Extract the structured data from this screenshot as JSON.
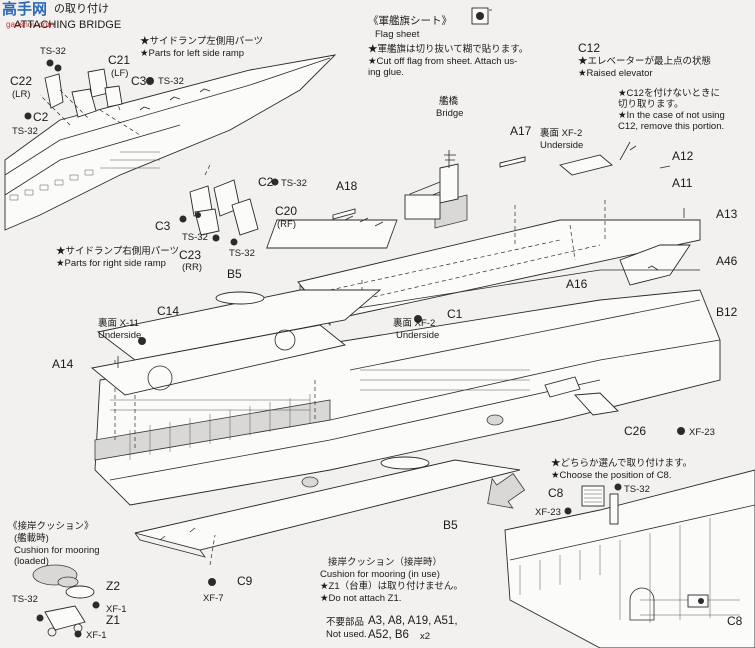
{
  "logo": {
    "text": "高手网",
    "sub": "gaoshou.com"
  },
  "header": {
    "title_jp": "の取り付け",
    "title_en": "ATTACHING BRIDGE"
  },
  "flag": {
    "title_jp": "《軍艦旗シート》",
    "title_en": "Flag sheet",
    "note_jp": "★軍艦旗は切り抜いて糊で貼ります。",
    "note_en": "★Cut off flag from sheet. Attach us-\ning glue."
  },
  "left_ramp": {
    "jp": "★サイドランプ左側用パーツ",
    "en": "★Parts for left side ramp"
  },
  "right_ramp": {
    "jp": "★サイドランプ右側用パーツ",
    "en": "★Parts for right side ramp"
  },
  "c12": {
    "label": "C12",
    "jp": "★エレベーターが最上点の状態",
    "en": "★Raised elevator",
    "note_jp": "★C12を付けないときに\n切り取ります。",
    "note_en": "★In the case of not using\nC12, remove this portion."
  },
  "bridge": {
    "jp": "艦橋",
    "en": "Bridge"
  },
  "xf2_top": {
    "jp": "裏面 XF-2",
    "en": "Underside"
  },
  "x11": {
    "jp": "裏面 X-11",
    "en": "Underside"
  },
  "xf2_mid": {
    "jp": "裏面 XF-2",
    "en": "Underside"
  },
  "parts": {
    "ts32_a": "TS-32",
    "c21": "C21",
    "lf": "(LF)",
    "c22": "C22",
    "lr": "(LR)",
    "c3_a": "C3",
    "ts32_b": "TS-32",
    "c2_a": "C2",
    "ts32_c": "TS-32",
    "c2_b": "C2",
    "ts32_d": "TS-32",
    "c3_b": "C3",
    "c20": "C20",
    "rf": "(RF)",
    "ts32_e": "TS-32",
    "c23": "C23",
    "rr": "(RR)",
    "ts32_f": "TS-32",
    "a17": "A17",
    "a18": "A18",
    "a12": "A12",
    "a11": "A11",
    "a13": "A13",
    "a46": "A46",
    "a16": "A16",
    "b5_a": "B5",
    "c14": "C14",
    "c1": "C1",
    "b12": "B12",
    "a14": "A14",
    "c26": "C26",
    "xf23_a": "XF-23",
    "b5_b": "B5",
    "c8_a": "C8",
    "ts32_g": "TS-32",
    "xf23_b": "XF-23",
    "c9": "C9",
    "z2": "Z2",
    "xf1_a": "XF-1",
    "ts32_h": "TS-32",
    "z1": "Z1",
    "xf1_b": "XF-1",
    "xf7": "XF-7",
    "c8_b": "C8"
  },
  "c8_choice": {
    "jp": "★どちらか選んで取り付けます。",
    "en": "★Choose the position of C8."
  },
  "cushion_loaded": {
    "jp": "《接岸クッション》",
    "jp2": "(艦載時)",
    "en": "Cushion for mooring\n(loaded)"
  },
  "cushion_use": {
    "jp": "接岸クッション（接岸時）",
    "en": "Cushion for mooring (in use)",
    "note_jp": "★Z1（台車）は取り付けません。",
    "note_en": "★Do not attach Z1."
  },
  "not_used": {
    "jp": "不要部品",
    "en": "Not used.",
    "line1": "A3, A8, A19, A51,",
    "line2": "A52, B6",
    "mult": "x2"
  }
}
